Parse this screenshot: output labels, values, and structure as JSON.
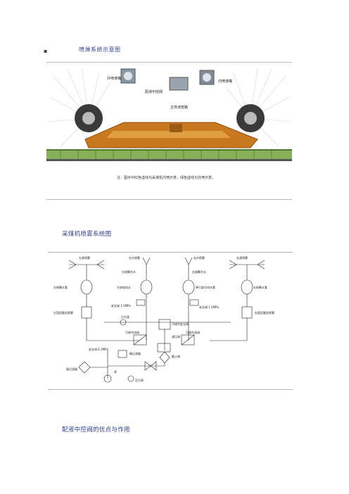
{
  "heading_1": "喷淋系统示意图",
  "heading_2": "采煤机喷雾系统图",
  "heading_3": "配液中控阀的优点与作用",
  "figure_1": {
    "callouts": [
      "外喷淋嘴",
      "配液中控阀",
      "内喷淋嘴",
      "主供液管路"
    ],
    "note": "注：图示中红色虚线为采煤机内喷示意，绿色虚线为外喷示意。"
  },
  "figure_2": {
    "labels": {
      "left_spray": "左滚喷雾",
      "inner_spray_left": "左内喷雾",
      "inner_spray_right": "右内喷雾",
      "right_spray": "右滚喷雾",
      "left_drum_water": "左摇臂水套",
      "mid_left_water": "冷却电机水",
      "mid_left_water2": "左摇臂冷水",
      "mid_right_water": "右摇臂冷水",
      "mid_right_water2": "牵引部冷却水套",
      "right_drum_water": "右摇臂水套",
      "left_filter": "左固定截齿喷雾",
      "right_filter": "右固定截齿喷雾",
      "safety_left": "安全阀 1.5MPa",
      "safety_right": "安全阀 1.5MPa",
      "pressure_gauge_top": "压力表",
      "adjust_valve": "可调节安全阀",
      "reducer_left": "可调节流阀",
      "reducer_right": "可调节流阀",
      "reducer_mid": "减压阀",
      "safety_bottom": "安全阀 6.3MPa",
      "filter_mid": "精过滤器",
      "stop_valve": "截止阀",
      "water_filter": "粗过滤器",
      "pump": "泵",
      "pressure_gauge_bottom": "压力表"
    }
  }
}
